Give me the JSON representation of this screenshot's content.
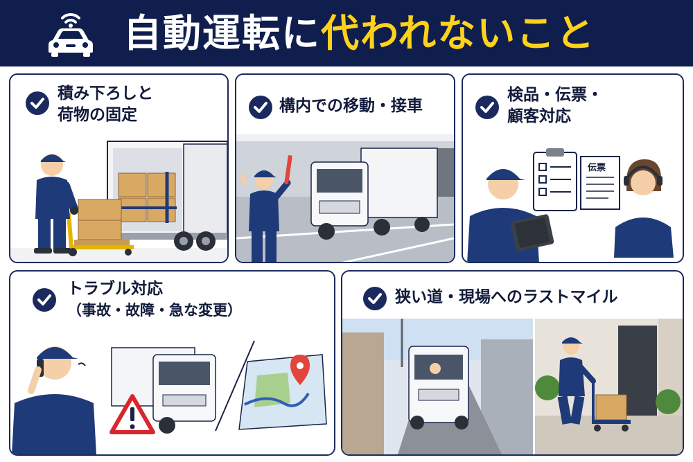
{
  "header": {
    "title_part1": "自動運転に",
    "title_part2": "代われないこと",
    "icon": "autonomous-car-icon"
  },
  "panels": [
    {
      "line1": "積み下ろしと",
      "line2": "荷物の固定"
    },
    {
      "line1": "構内での移動・接車"
    },
    {
      "line1": "検品・伝票・",
      "line2": "顧客対応",
      "document_label": "伝票"
    },
    {
      "line1": "トラブル対応",
      "line2": "（事故・故障・急な変更）"
    },
    {
      "line1": "狭い道・現場へのラストマイル"
    }
  ],
  "colors": {
    "navy": "#0f1e4d",
    "title_white": "#ffffff",
    "title_yellow": "#ffd21a",
    "panel_border": "#1b2a5e",
    "check_bg": "#1b2a5e",
    "uniform": "#1f3a78",
    "warning_red": "#d8262e",
    "pin_red": "#e2453c"
  }
}
